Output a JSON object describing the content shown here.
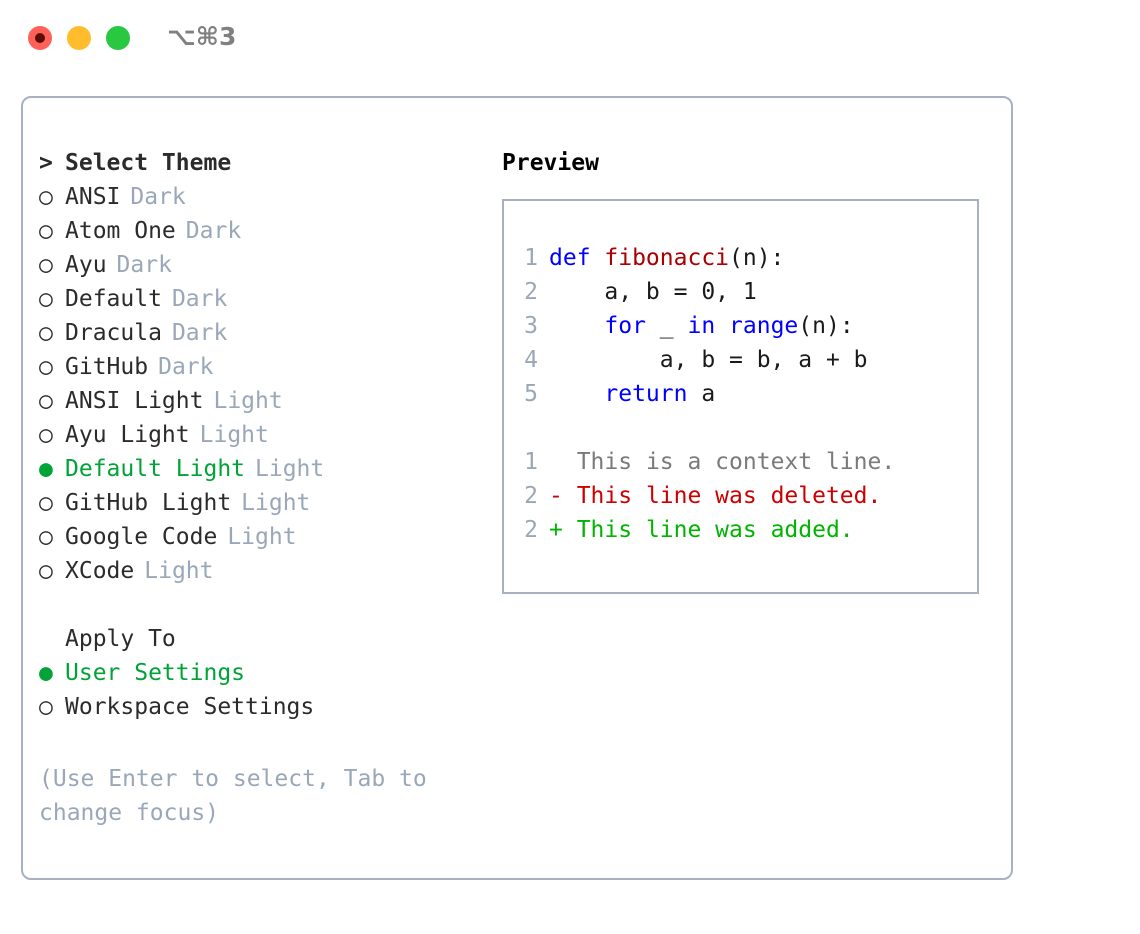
{
  "window": {
    "title": "⌥⌘3",
    "traffic_lights": [
      "close",
      "minimize",
      "maximize"
    ],
    "colors": {
      "close": "#ff6058",
      "minimize": "#ffbd2e",
      "maximize": "#28c840",
      "panel_border": "#a7b1c2",
      "accent_green": "#00a436",
      "muted": "#9aa7b8",
      "keyword_blue": "#0000ff",
      "function_red": "#aa0000",
      "diff_del": "#cc0000",
      "diff_add": "#00b400"
    }
  },
  "theme_panel": {
    "header_marker": ">",
    "header_label": "Select Theme",
    "items": [
      {
        "marker": "○",
        "label": "ANSI",
        "tag": "Dark",
        "selected": false
      },
      {
        "marker": "○",
        "label": "Atom One",
        "tag": "Dark",
        "selected": false
      },
      {
        "marker": "○",
        "label": "Ayu",
        "tag": "Dark",
        "selected": false
      },
      {
        "marker": "○",
        "label": "Default",
        "tag": "Dark",
        "selected": false
      },
      {
        "marker": "○",
        "label": "Dracula",
        "tag": "Dark",
        "selected": false
      },
      {
        "marker": "○",
        "label": "GitHub",
        "tag": "Dark",
        "selected": false
      },
      {
        "marker": "○",
        "label": "ANSI Light",
        "tag": "Light",
        "selected": false
      },
      {
        "marker": "○",
        "label": "Ayu Light",
        "tag": "Light",
        "selected": false
      },
      {
        "marker": "●",
        "label": "Default Light",
        "tag": "Light",
        "selected": true
      },
      {
        "marker": "○",
        "label": "GitHub Light",
        "tag": "Light",
        "selected": false
      },
      {
        "marker": "○",
        "label": "Google Code",
        "tag": "Light",
        "selected": false
      },
      {
        "marker": "○",
        "label": "XCode",
        "tag": "Light",
        "selected": false
      }
    ]
  },
  "apply_to": {
    "header_marker": "",
    "header_label": "Apply To",
    "items": [
      {
        "marker": "●",
        "label": "User Settings",
        "selected": true
      },
      {
        "marker": "○",
        "label": "Workspace Settings",
        "selected": false
      }
    ]
  },
  "hint": "(Use Enter to select, Tab to change focus)",
  "preview": {
    "title": "Preview",
    "code_lines": [
      {
        "num": "1",
        "tokens": [
          {
            "t": "def ",
            "c": "kw"
          },
          {
            "t": "fibonacci",
            "c": "fn"
          },
          {
            "t": "(n):",
            "c": "pl"
          }
        ]
      },
      {
        "num": "2",
        "tokens": [
          {
            "t": "    a, b = 0, 1",
            "c": "pl"
          }
        ]
      },
      {
        "num": "3",
        "tokens": [
          {
            "t": "    ",
            "c": "pl"
          },
          {
            "t": "for",
            "c": "kw"
          },
          {
            "t": " _ ",
            "c": "pl"
          },
          {
            "t": "in",
            "c": "kw"
          },
          {
            "t": " ",
            "c": "pl"
          },
          {
            "t": "range",
            "c": "kw"
          },
          {
            "t": "(n):",
            "c": "pl"
          }
        ]
      },
      {
        "num": "4",
        "tokens": [
          {
            "t": "        a, b = b, a + b",
            "c": "pl"
          }
        ]
      },
      {
        "num": "5",
        "tokens": [
          {
            "t": "    ",
            "c": "pl"
          },
          {
            "t": "return",
            "c": "kw"
          },
          {
            "t": " a",
            "c": "pl"
          }
        ]
      }
    ],
    "diff_lines": [
      {
        "num": "1",
        "sign": " ",
        "text": "This is a context line.",
        "kind": "ctx"
      },
      {
        "num": "2",
        "sign": "-",
        "text": "This line was deleted.",
        "kind": "del"
      },
      {
        "num": "2",
        "sign": "+",
        "text": "This line was added.",
        "kind": "add"
      }
    ]
  }
}
